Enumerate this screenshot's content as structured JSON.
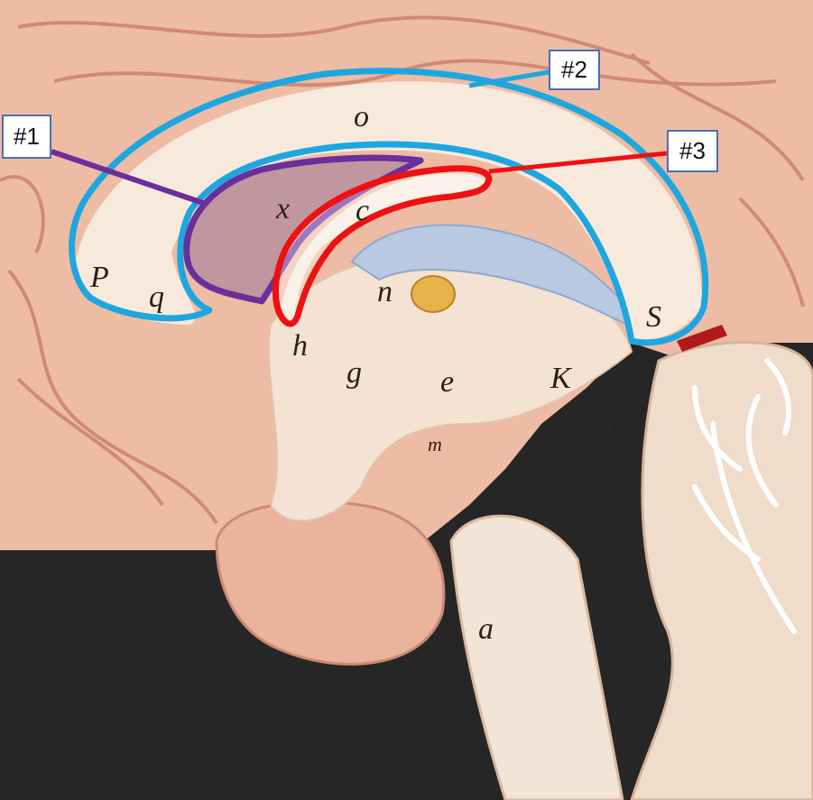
{
  "labels": {
    "callout_1": "#1",
    "callout_2": "#2",
    "callout_3": "#3"
  },
  "letters": {
    "p": "P",
    "q": "q",
    "o": "o",
    "x": "x",
    "c": "c",
    "n": "n",
    "h": "h",
    "g": "g",
    "e": "e",
    "k": "K",
    "s": "S",
    "i": "i",
    "a": "a",
    "m": "m"
  },
  "colors": {
    "outline_1": "#6a2f9a",
    "outline_2": "#1ea6e0",
    "outline_3": "#ee1111",
    "tissue": "#eec0a8",
    "white_matter": "#f3e6d8",
    "background": "#2a2a2a"
  }
}
